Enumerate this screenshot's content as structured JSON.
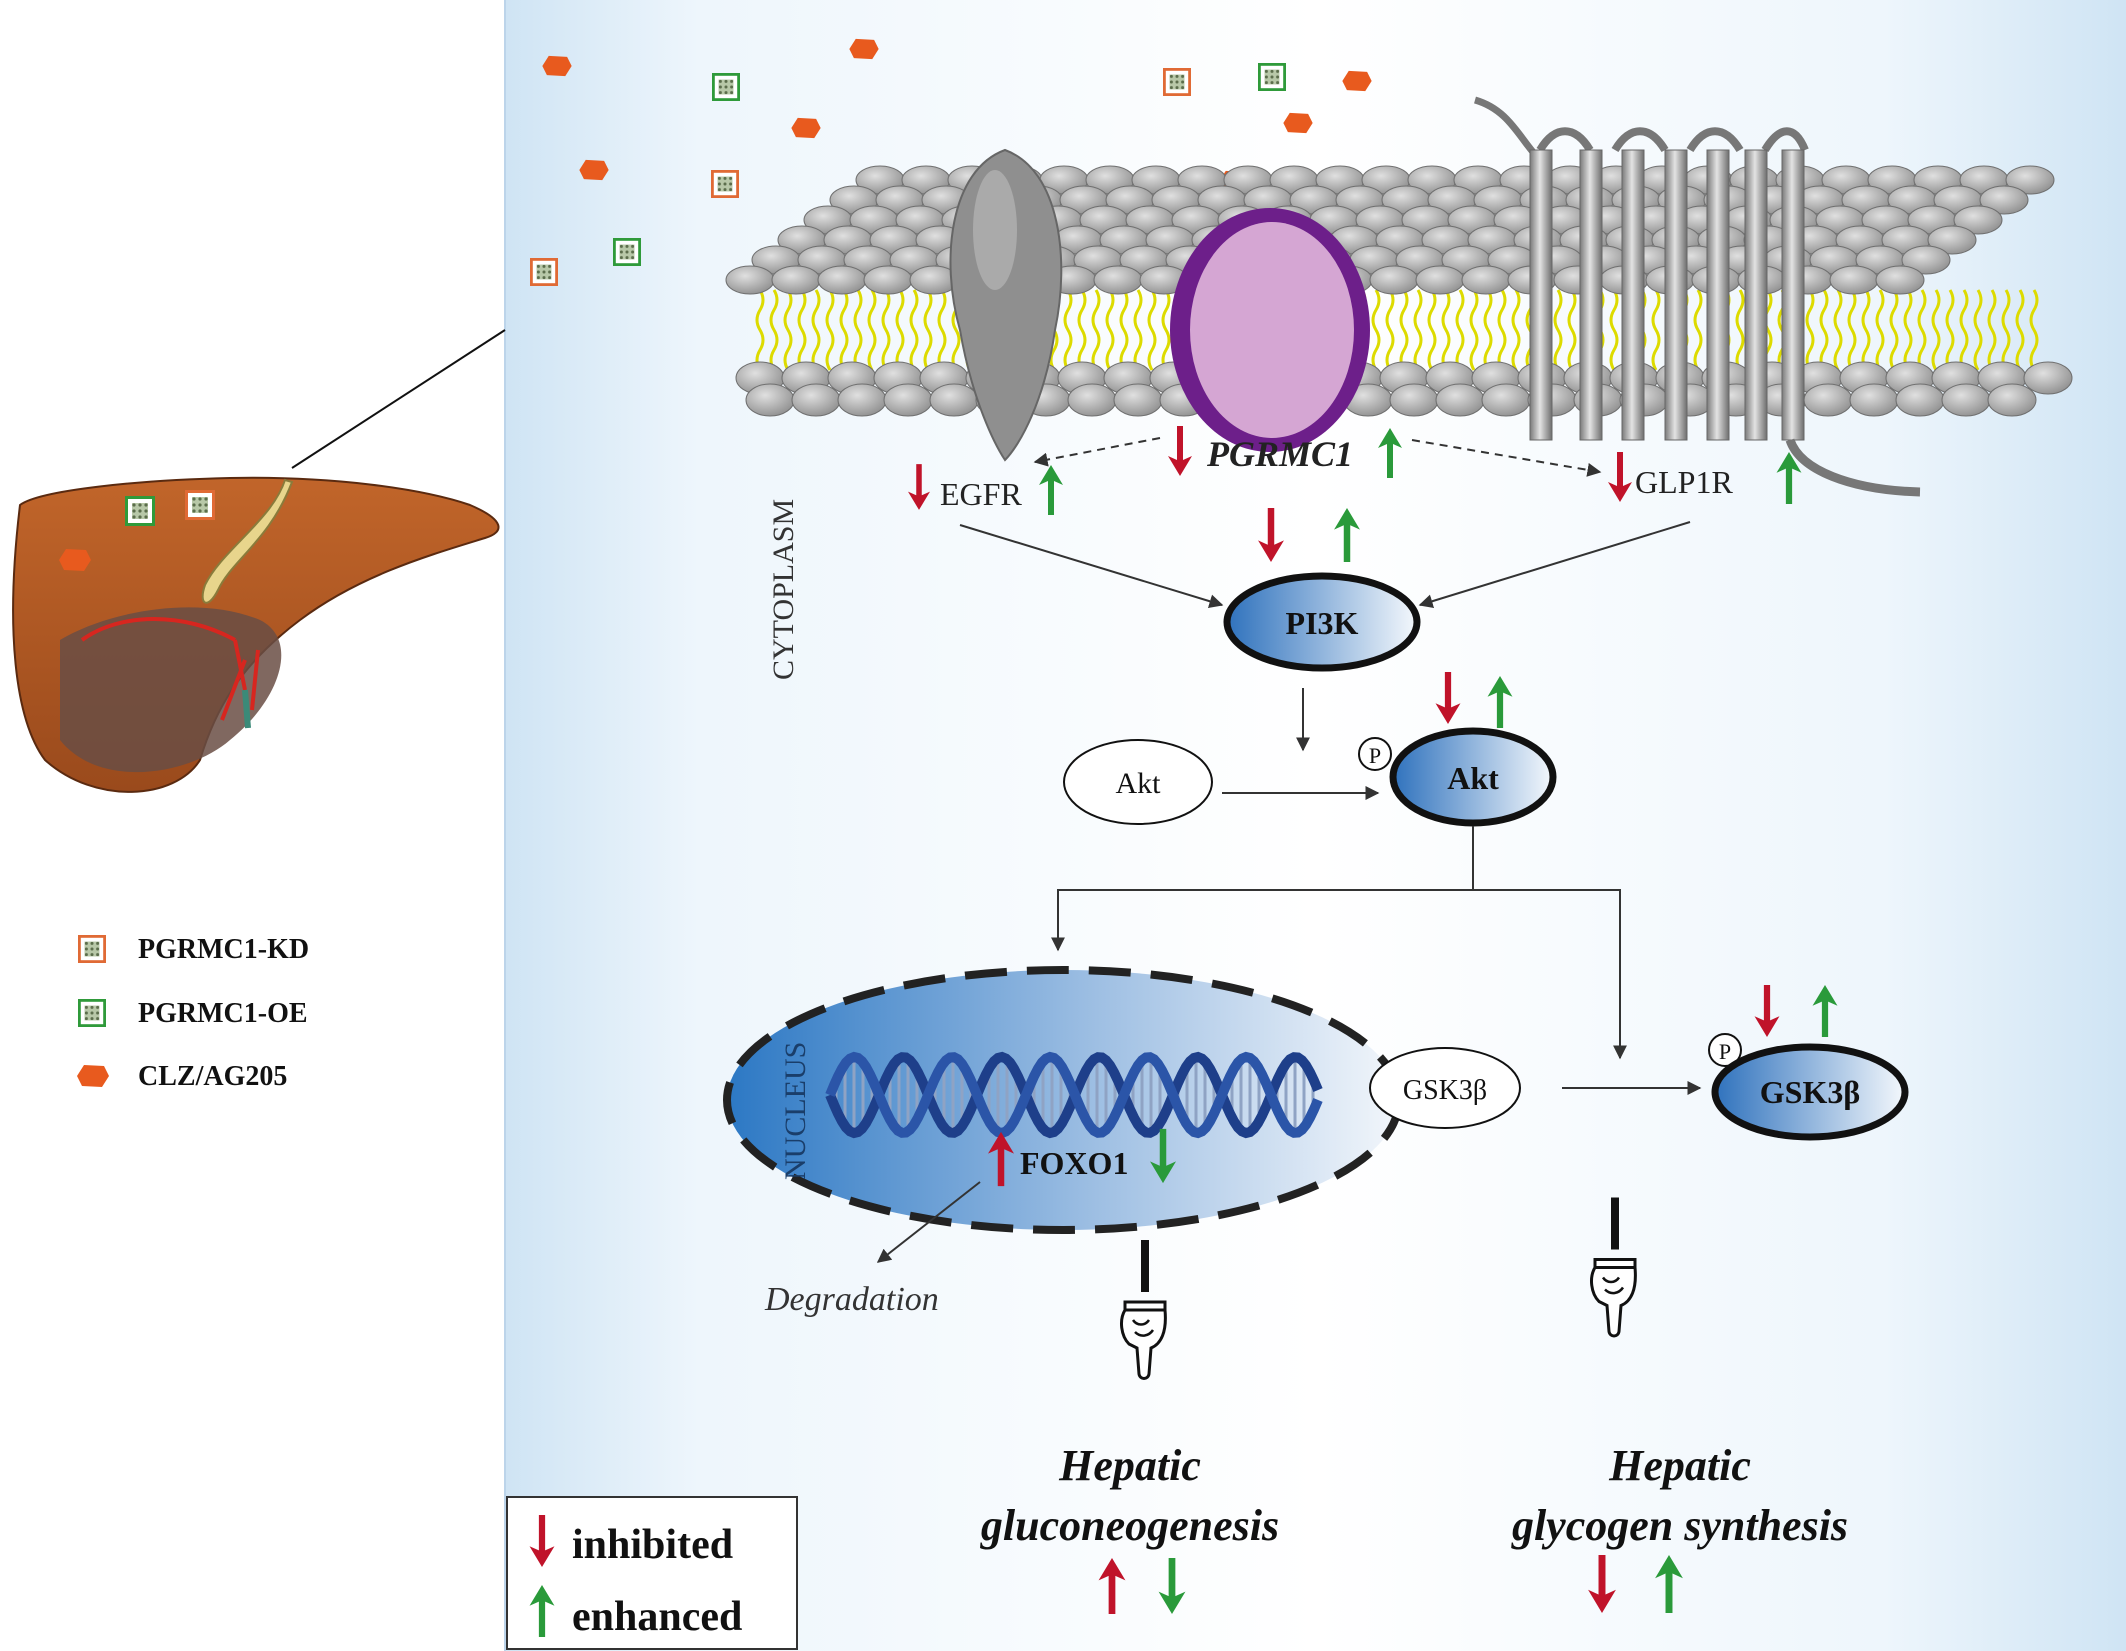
{
  "labels": {
    "pgrmc1": "PGRMC1",
    "egfr": "EGFR",
    "glp1r": "GLP1R",
    "cytoplasm": "CYTOPLASM",
    "pi3k": "PI3K",
    "akt_inactive": "Akt",
    "akt_active": "Akt",
    "phospho": "P",
    "nucleus": "NUCLEUS",
    "foxo1": "FOXO1",
    "degradation": "Degradation",
    "gsk3b_inactive": "GSK3β",
    "gsk3b_active": "GSK3β",
    "outcome_left_line1": "Hepatic",
    "outcome_left_line2": "gluconeogenesis",
    "outcome_right_line1": "Hepatic",
    "outcome_right_line2": "glycogen synthesis"
  },
  "legend": {
    "items": [
      {
        "label": "PGRMC1-KD",
        "symbol": "orange-framed-square"
      },
      {
        "label": "PGRMC1-OE",
        "symbol": "green-framed-square"
      },
      {
        "label": "CLZ/AG205",
        "symbol": "orange-hexagon"
      }
    ],
    "arrows": [
      {
        "label": "inhibited",
        "direction": "down",
        "color": "#c0132a"
      },
      {
        "label": "enhanced",
        "direction": "up",
        "color": "#2a9a3a"
      }
    ]
  },
  "colors": {
    "inhibited": "#c0132a",
    "enhanced": "#2a9a3a",
    "drug": "#e85a1e",
    "node_blue": "#3a7ec4",
    "membrane_bead": "#a9a9a9",
    "lipid_tail": "#e3e000",
    "liver": "#b05a25",
    "pgrmc1_fill": "#d5a6d3",
    "pgrmc1_ring": "#6d1f8a"
  }
}
